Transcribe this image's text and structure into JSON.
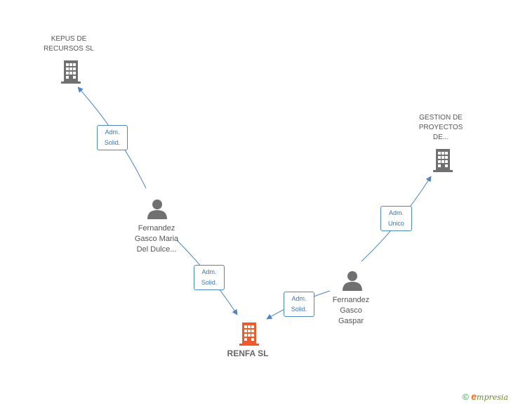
{
  "nodes": {
    "kepus": {
      "lines": [
        "KEPUS DE",
        "RECURSOS SL"
      ],
      "type": "company",
      "color": "#707070"
    },
    "gestion": {
      "lines": [
        "GESTION DE",
        "PROYECTOS",
        "DE..."
      ],
      "type": "company",
      "color": "#707070"
    },
    "maria": {
      "lines": [
        "Fernandez",
        "Gasco Maria",
        "Del Dulce..."
      ],
      "type": "person",
      "color": "#707070"
    },
    "gaspar": {
      "lines": [
        "Fernandez",
        "Gasco",
        "Gaspar"
      ],
      "type": "person",
      "color": "#707070"
    },
    "renfa": {
      "lines": [
        "RENFA SL"
      ],
      "type": "company-main",
      "color": "#f05a28"
    }
  },
  "edges": {
    "maria_kepus": {
      "lines": [
        "Adm.",
        "Solid."
      ]
    },
    "maria_renfa": {
      "lines": [
        "Adm.",
        "Solid."
      ]
    },
    "gaspar_gestion": {
      "lines": [
        "Adm.",
        "Unico"
      ]
    },
    "gaspar_renfa": {
      "lines": [
        "Adm.",
        "Solid."
      ]
    }
  },
  "footer": {
    "copyright": "©",
    "brand_e": "e",
    "brand_rest": "mpresia"
  },
  "colors": {
    "edge": "#4a86c8",
    "label_border": "#4a86c8",
    "label_text": "#3b74b5"
  }
}
